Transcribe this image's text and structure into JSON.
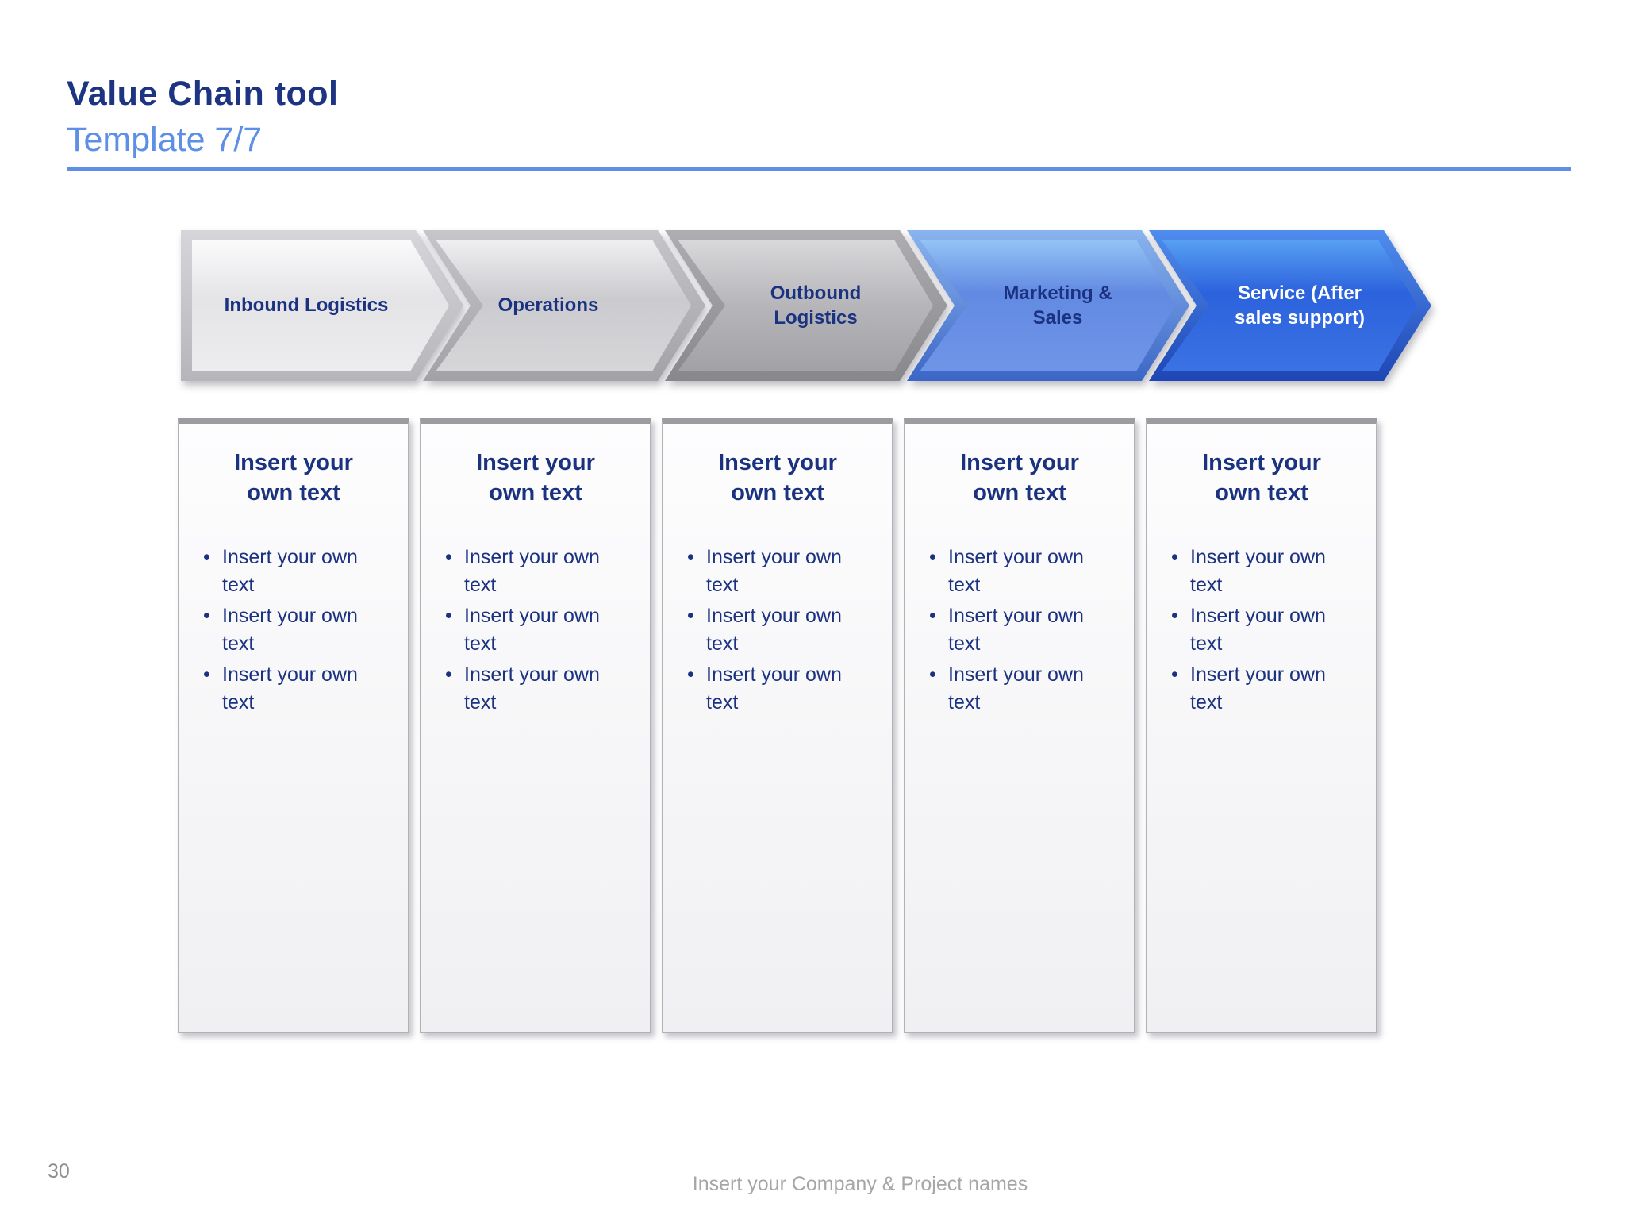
{
  "slide": {
    "title": "Value Chain tool",
    "subtitle": "Template 7/7",
    "page_number": "30",
    "footer": "Insert your Company & Project names"
  },
  "colors": {
    "title_navy": "#1c3482",
    "accent_blue": "#5e8fe6",
    "body_text_navy": "#1b3280",
    "stage1_gray_lightest": "#e6e6e9",
    "stage2_gray_light": "#c8c8cc",
    "stage3_gray_medium": "#b0b0b4",
    "stage4_blue_medium": "#6189e2",
    "stage5_blue_strong": "#2e64de"
  },
  "stages": [
    {
      "label": "Inbound Logistics",
      "color": "#e6e6e9"
    },
    {
      "label": "Operations",
      "color": "#c8c8cc"
    },
    {
      "label": "Outbound Logistics",
      "color": "#b0b0b4"
    },
    {
      "label": "Marketing & Sales",
      "color": "#6189e2"
    },
    {
      "label": "Service (After sales support)",
      "color": "#2e64de"
    }
  ],
  "columns": [
    {
      "heading": "Insert your own text",
      "bullets": [
        "Insert your own text",
        "Insert your own text",
        "Insert your own text"
      ]
    },
    {
      "heading": "Insert your own text",
      "bullets": [
        "Insert your own text",
        "Insert your own text",
        "Insert your own text"
      ]
    },
    {
      "heading": "Insert your own text",
      "bullets": [
        "Insert your own text",
        "Insert your own text",
        "Insert your own text"
      ]
    },
    {
      "heading": "Insert your own text",
      "bullets": [
        "Insert your own text",
        "Insert your own text",
        "Insert your own text"
      ]
    },
    {
      "heading": "Insert your own text",
      "bullets": [
        "Insert your own text",
        "Insert your own text",
        "Insert your own text"
      ]
    }
  ]
}
